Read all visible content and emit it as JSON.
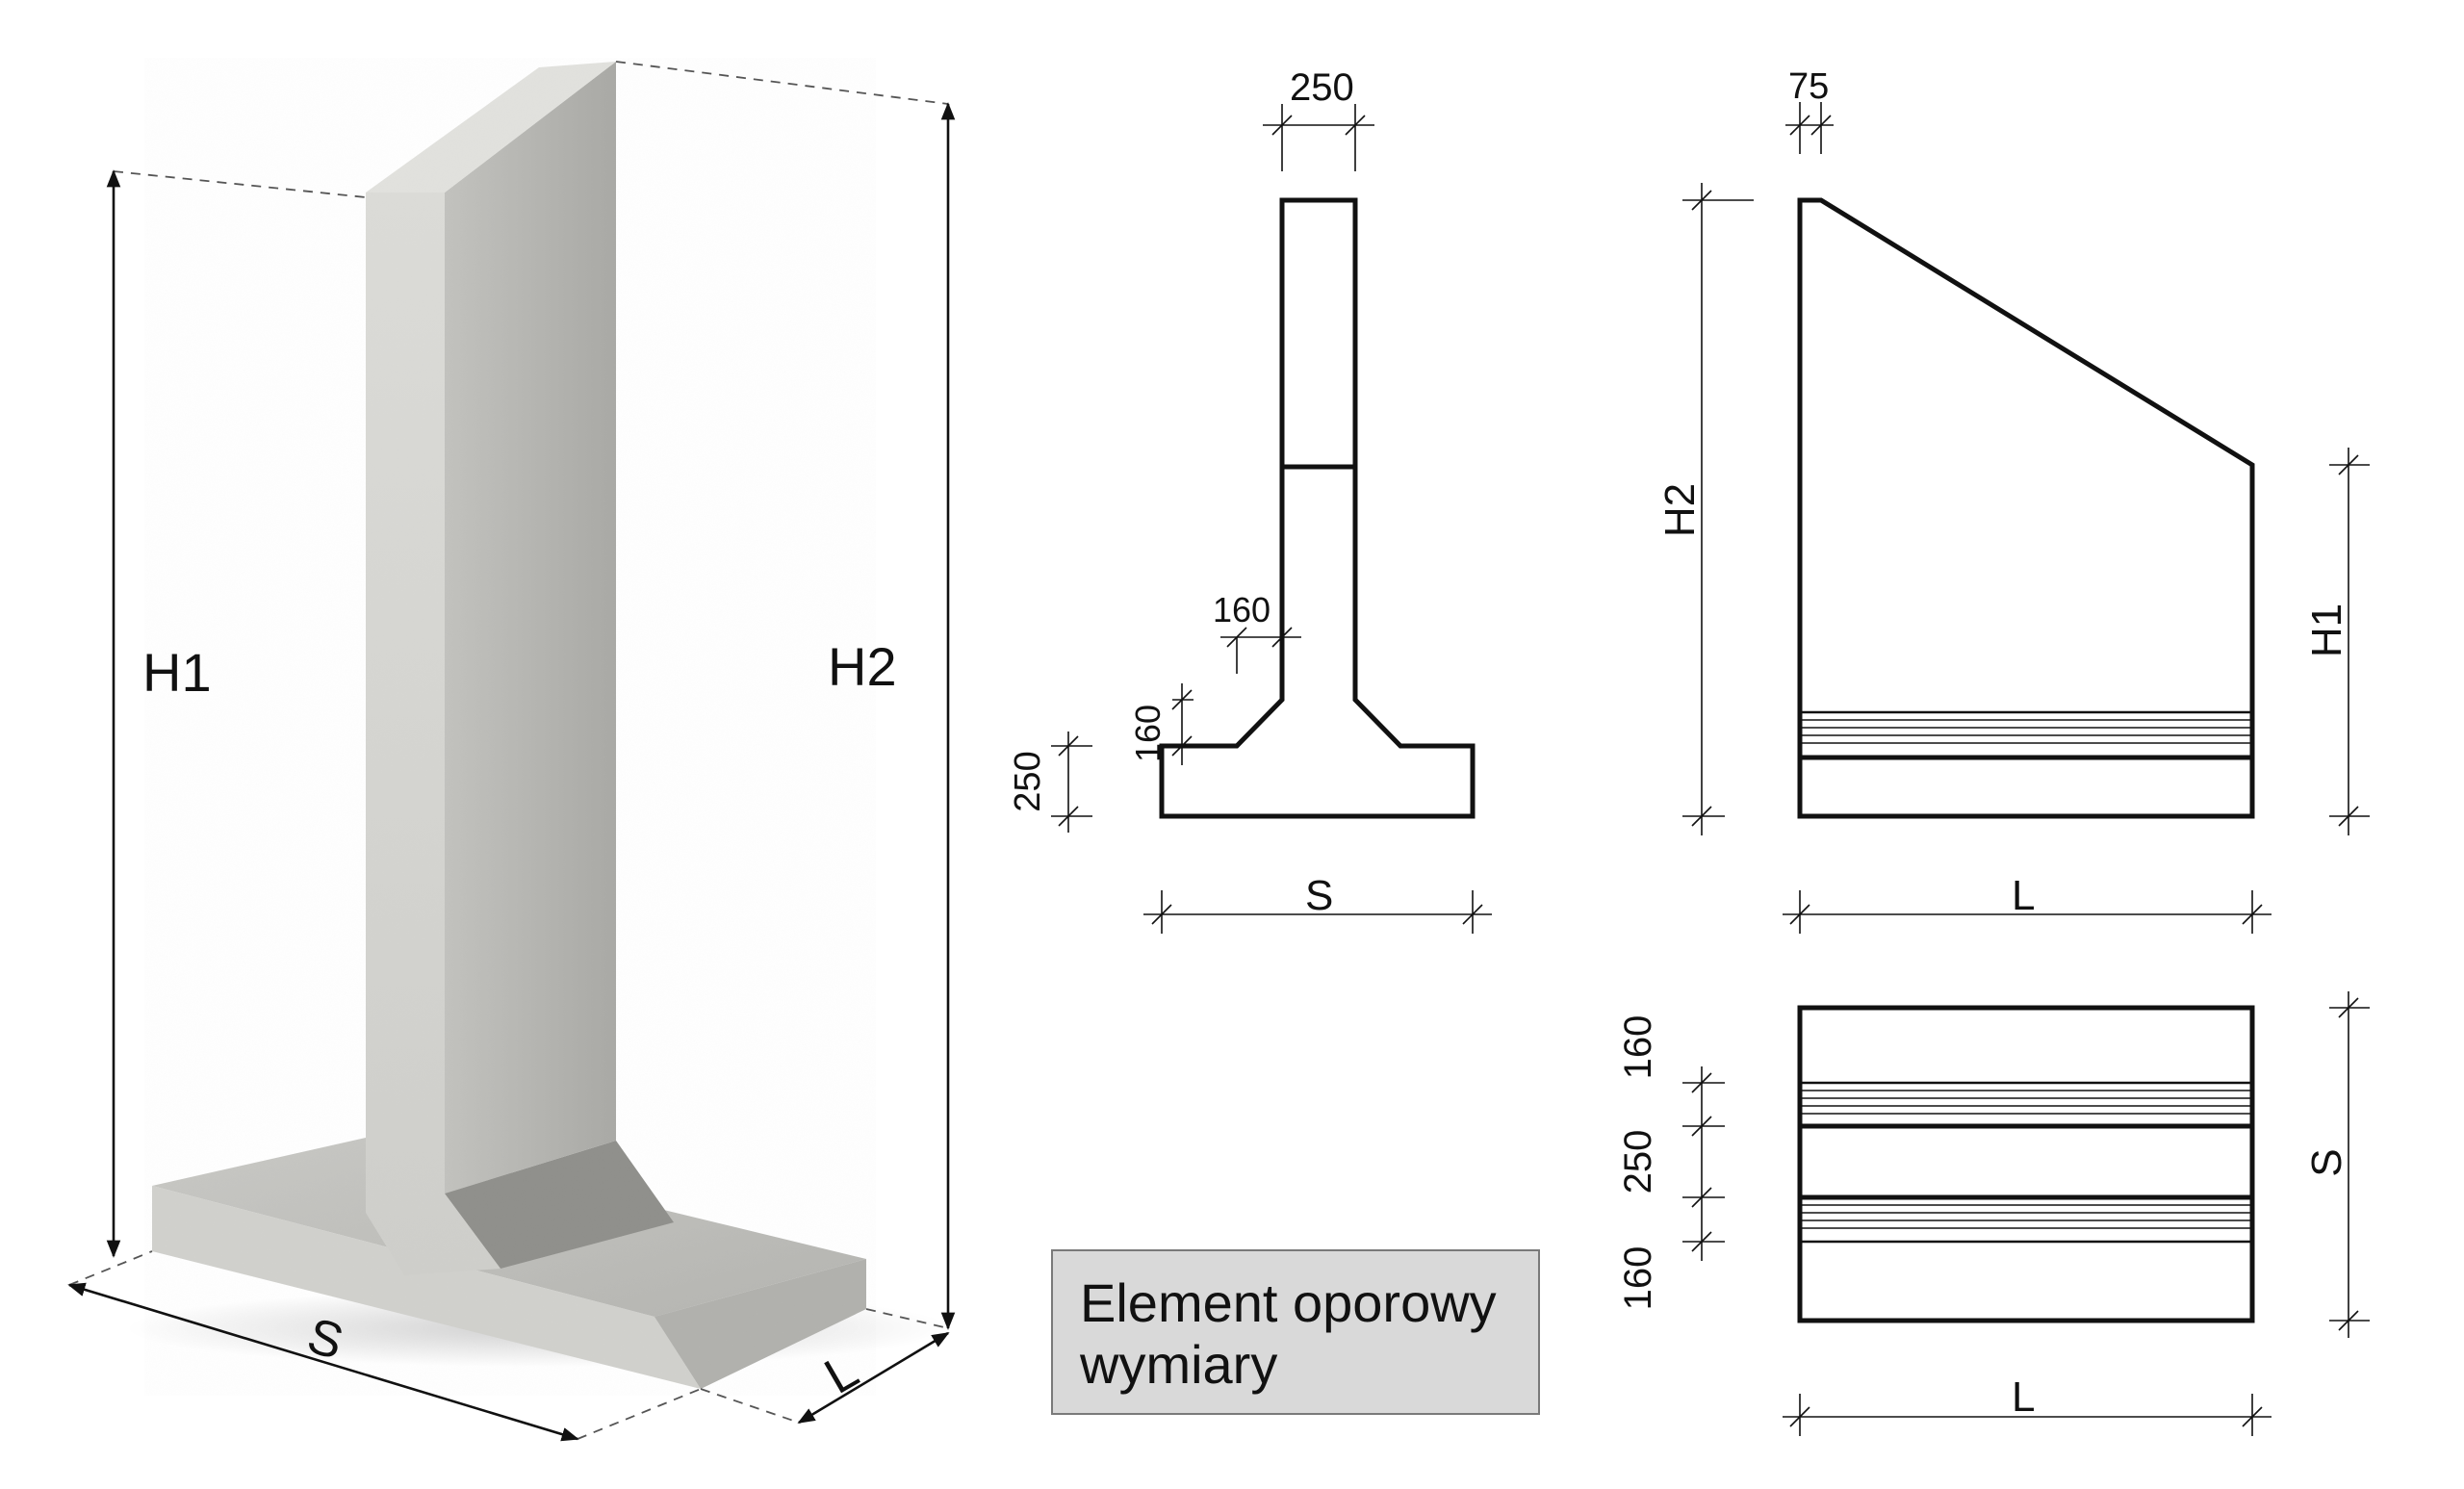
{
  "iso_view": {
    "labels": {
      "h1": "H1",
      "h2": "H2",
      "s": "S",
      "l": "L"
    }
  },
  "section_view": {
    "dims": {
      "stem_top_width": "250",
      "haunch_horizontal": "160",
      "haunch_vertical": "160",
      "base_thickness": "250",
      "base_width": "S"
    }
  },
  "elevation_view": {
    "dims": {
      "top_offset": "75",
      "height_tall": "H2",
      "height_short": "H1",
      "length": "L"
    }
  },
  "plan_view": {
    "dims": {
      "band_1": "160",
      "band_2": "250",
      "band_3": "160",
      "width": "S",
      "length": "L"
    }
  },
  "caption": {
    "line1": "Element oporowy",
    "line2": "wymiary"
  },
  "colors": {
    "concrete_light": "#d6d6d2",
    "concrete_mid": "#bdbdb8",
    "concrete_dark": "#9a9a96",
    "line": "#111111",
    "caption_bg": "#d9d9d9"
  }
}
